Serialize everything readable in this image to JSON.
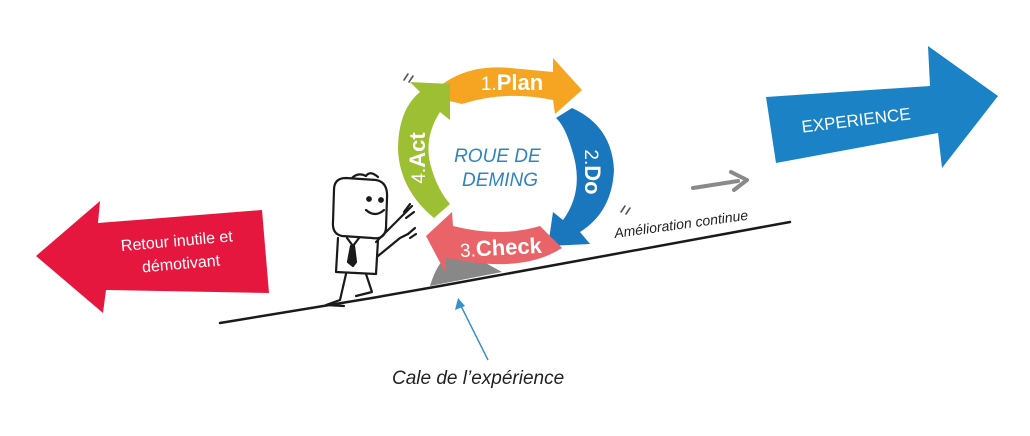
{
  "colors": {
    "plan": "#f5a522",
    "do": "#1a76bd",
    "check": "#e96469",
    "act": "#9dbf33",
    "wheel_text": "#2f84c4",
    "left_arrow": "#e6173f",
    "right_arrow": "#1b83c5",
    "wedge": "#888888",
    "ink": "#1a1a1a",
    "pointer": "#3a8fd0",
    "small_arrow": "#8a8a8a"
  },
  "wheel": {
    "title_line1": "ROUE DE",
    "title_line2": "DEMING",
    "steps": [
      {
        "number": "1.",
        "label": "Plan"
      },
      {
        "number": "2.",
        "label": "Do"
      },
      {
        "number": "3.",
        "label": "Check"
      },
      {
        "number": "4.",
        "label": "Act"
      }
    ]
  },
  "left_arrow": {
    "line1": "Retour inutile et",
    "line2": "démotivant"
  },
  "right_arrow": {
    "label": "EXPERIENCE"
  },
  "slope_label": "Amélioration continue",
  "caption": "Cale de l’expérience"
}
